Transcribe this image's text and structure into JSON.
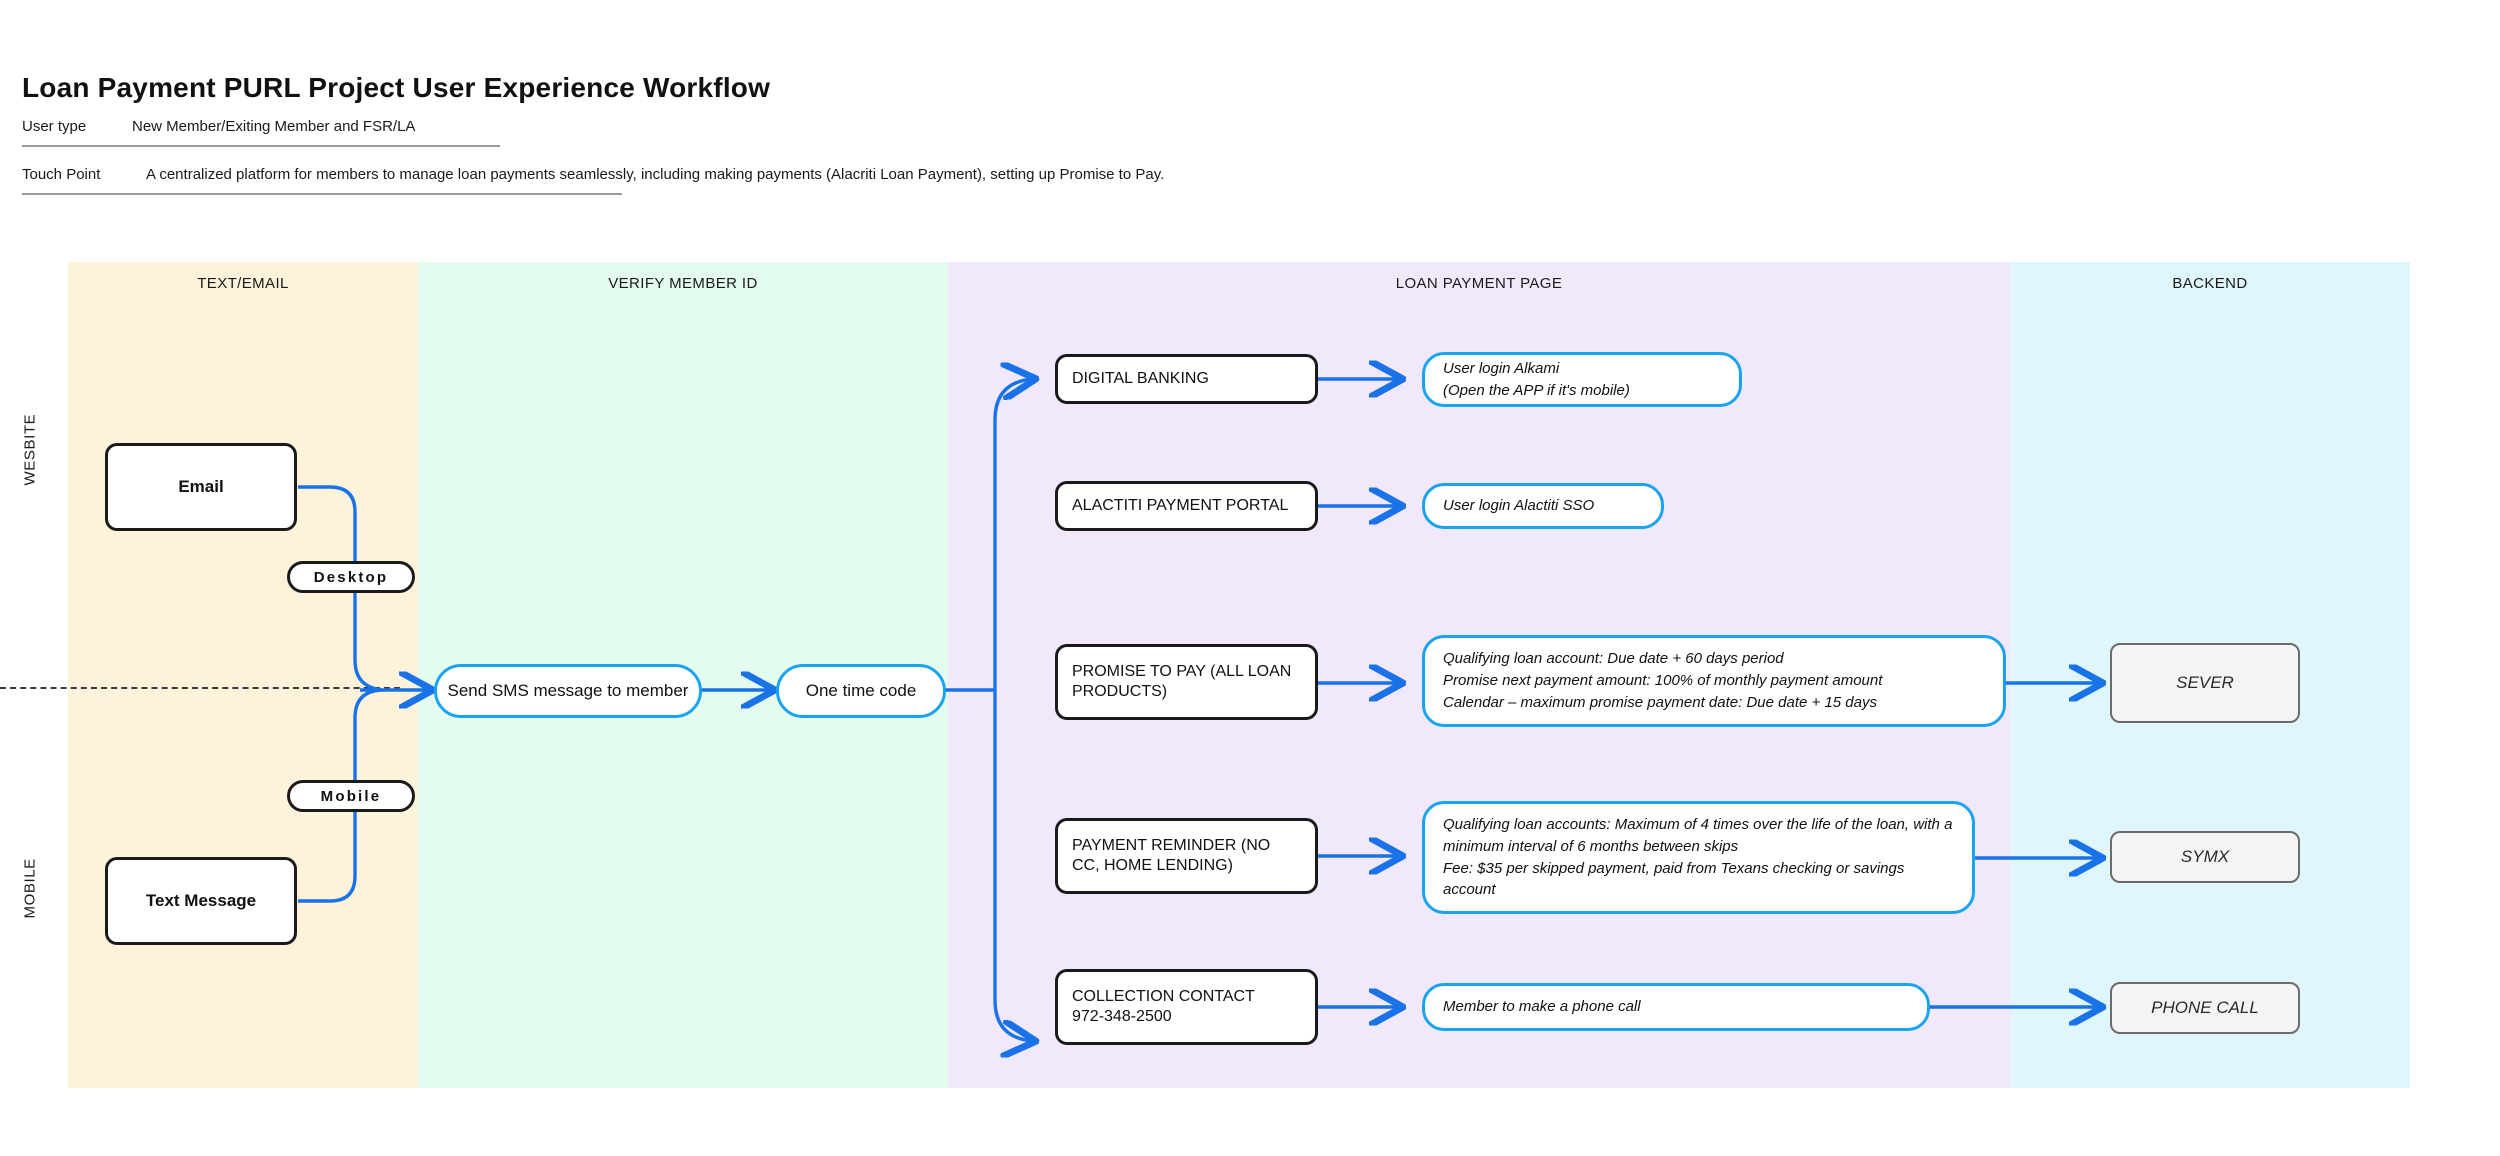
{
  "header": {
    "title": "Loan Payment PURL Project User Experience Workflow",
    "rows": [
      {
        "label": "User type",
        "value": "New Member/Exiting Member and FSR/LA"
      },
      {
        "label": "Touch Point",
        "value": "A centralized platform for members to manage loan payments seamlessly, including making payments (Alacriti Loan Payment), setting up Promise to Pay."
      }
    ]
  },
  "lanes": {
    "columns": [
      {
        "title": "TEXT/EMAIL",
        "color": "#fdf2da"
      },
      {
        "title": "VERIFY MEMBER ID",
        "color": "#e4fcef"
      },
      {
        "title": "LOAN PAYMENT PAGE",
        "color": "#f1e9fb"
      },
      {
        "title": "BACKEND",
        "color": "#e0f6fd"
      }
    ],
    "side_labels": [
      {
        "text": "WESBITE"
      },
      {
        "text": "MOBILE"
      }
    ]
  },
  "nodes": {
    "email": "Email",
    "text_message": "Text Message",
    "desktop_tag": "Desktop",
    "mobile_tag": "Mobile",
    "send_sms": "Send SMS message to member",
    "one_time_code": "One time code",
    "digital_banking": "DIGITAL BANKING",
    "alactiti_portal": "ALACTITI PAYMENT PORTAL",
    "promise_to_pay": "PROMISE TO PAY (ALL LOAN PRODUCTS)",
    "payment_reminder": "PAYMENT REMINDER (NO CC, HOME LENDING)",
    "collection_contact": "COLLECTION CONTACT\n972-348-2500",
    "callout_alkami": "User login Alkami\n(Open the APP if it's mobile)",
    "callout_alactiti_sso": "User login Alactiti SSO",
    "callout_promise": "Qualifying loan account: Due date + 60 days period\nPromise next payment amount: 100% of monthly payment amount\nCalendar – maximum promise payment date: Due date + 15 days",
    "callout_reminder": "Qualifying loan accounts: Maximum of 4 times over the life of the loan, with a minimum interval of 6 months between skips\nFee: $35 per skipped payment, paid from Texans checking or savings account",
    "callout_phone": "Member to make a phone call",
    "backend_sever": "SEVER",
    "backend_symx": "SYMX",
    "backend_phone_call": "PHONE CALL"
  },
  "colors": {
    "connector_blue": "#1a72e8",
    "node_blue_border": "#1aa3f0",
    "node_black_border": "#1a1a1a",
    "backend_fill": "#f4f4f4"
  }
}
